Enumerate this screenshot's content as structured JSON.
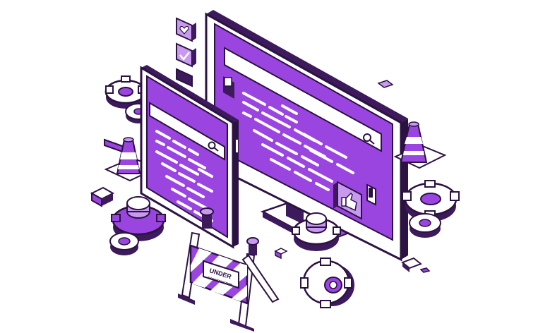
{
  "illustration": {
    "subject": "under-construction",
    "sign": {
      "line1": "UNDER",
      "line2": "CONSTRUCTION"
    },
    "icons": [
      "heart-icon",
      "checkmark-icon",
      "thumbs-up-icon",
      "search-icon",
      "gear-icon",
      "traffic-cone-icon",
      "barrier-icon"
    ],
    "colors": {
      "primary": "#9b45e0",
      "light": "#c79af0",
      "outline": "#2b1242",
      "dark": "#3d1a5c",
      "background": "#ffffff"
    }
  }
}
